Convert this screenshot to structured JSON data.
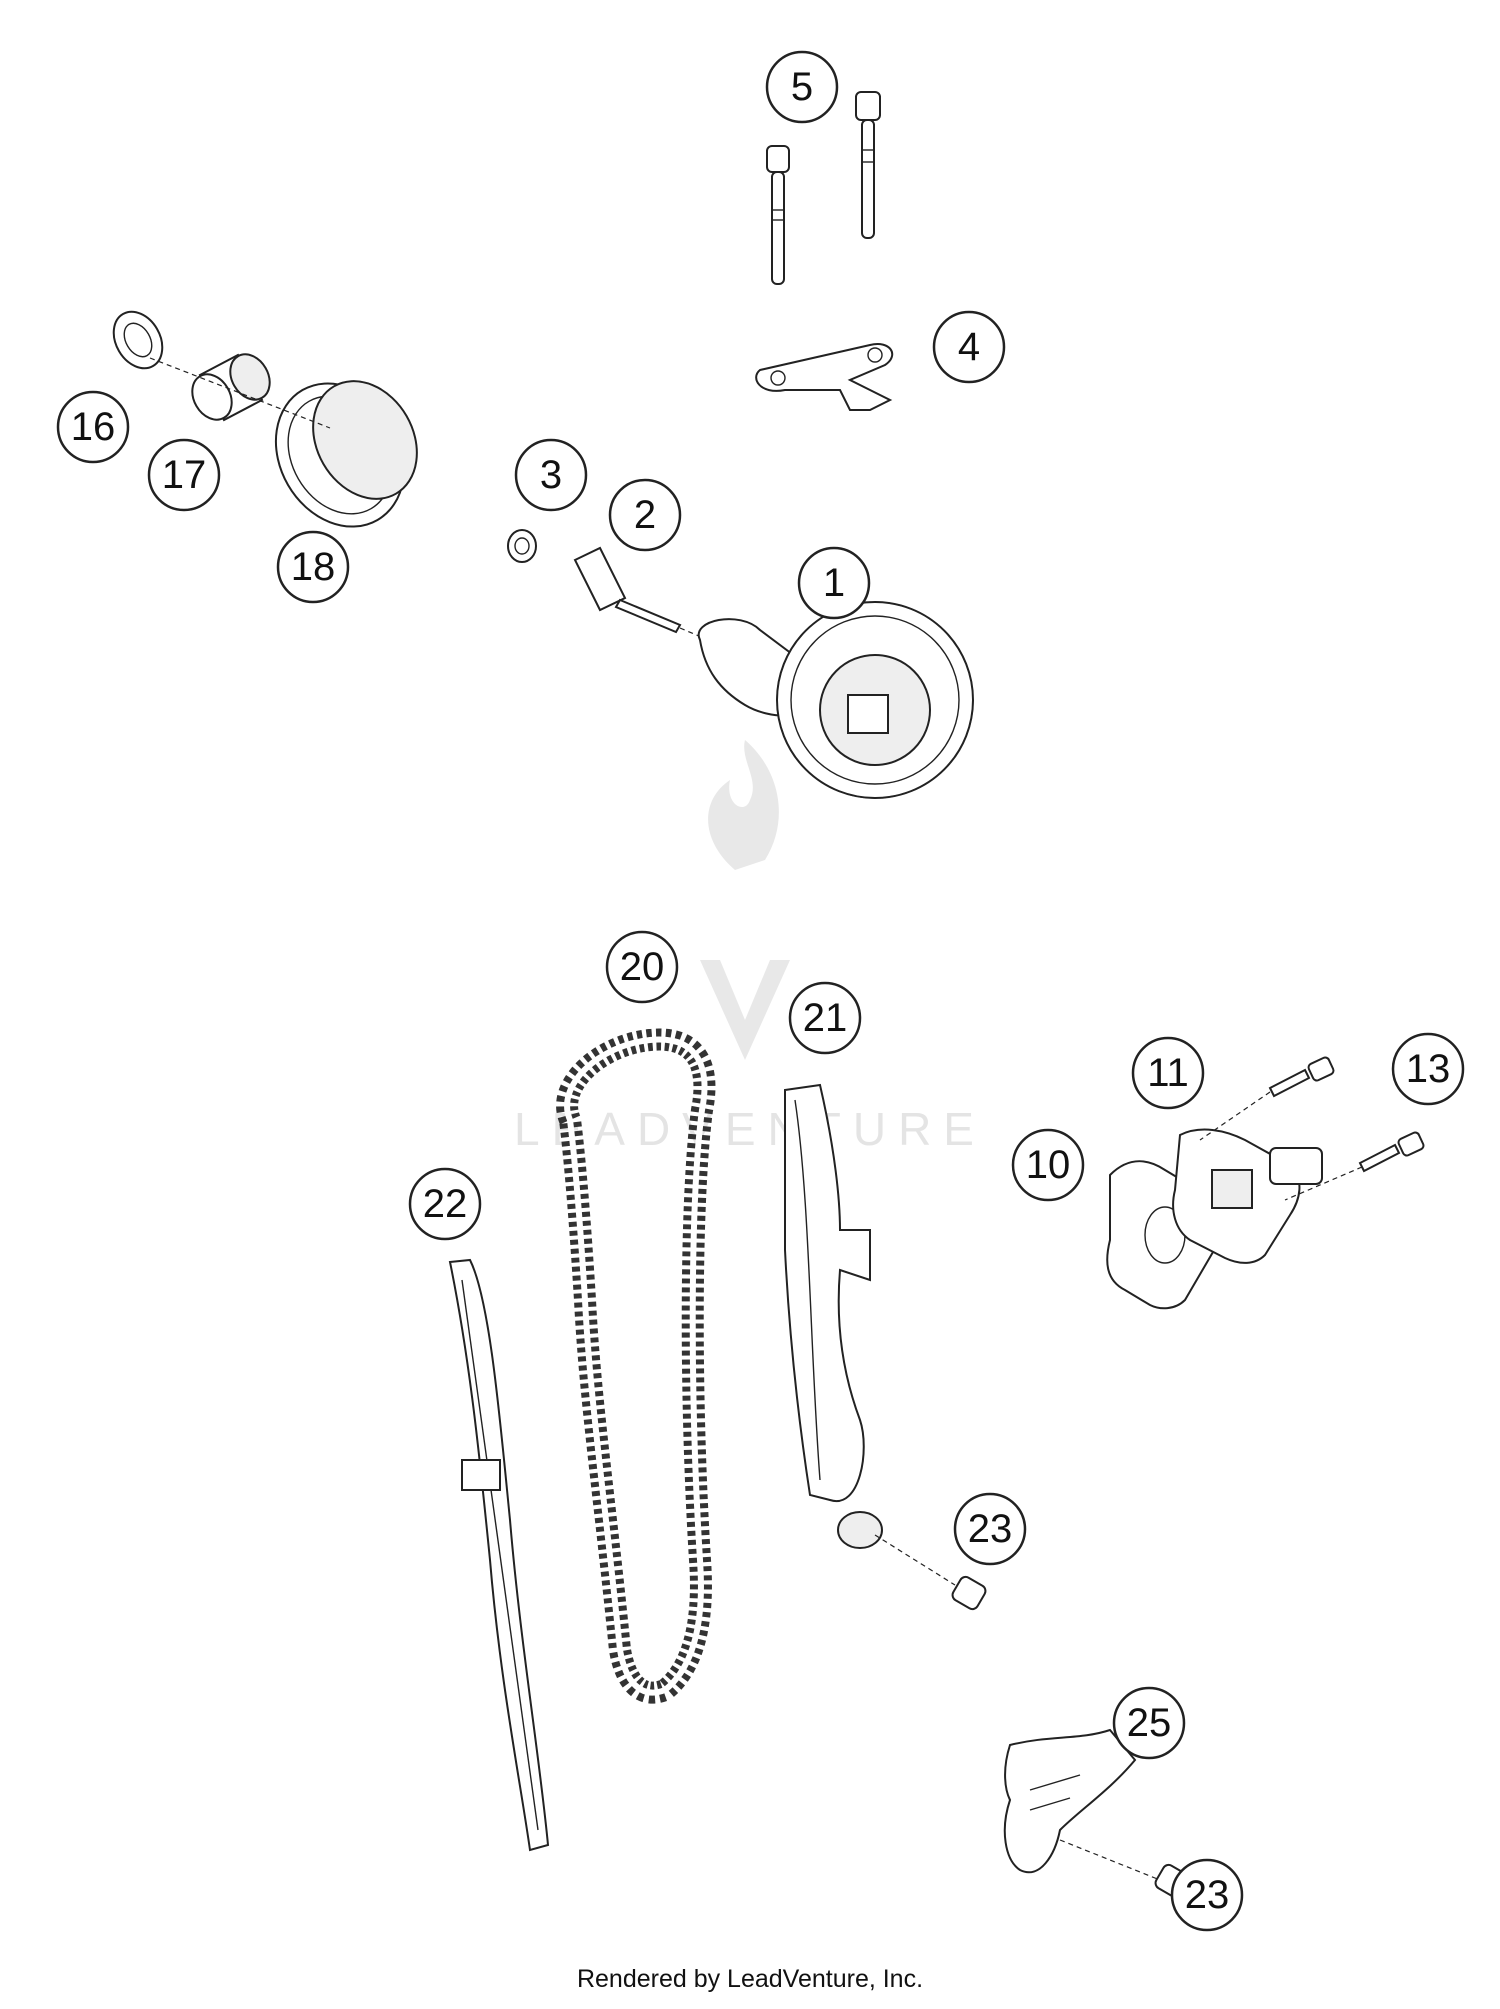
{
  "diagram": {
    "watermark": "LEADVENTURE",
    "callouts": [
      {
        "id": "5",
        "label": "5"
      },
      {
        "id": "4",
        "label": "4"
      },
      {
        "id": "16",
        "label": "16"
      },
      {
        "id": "17",
        "label": "17"
      },
      {
        "id": "18",
        "label": "18"
      },
      {
        "id": "3",
        "label": "3"
      },
      {
        "id": "2",
        "label": "2"
      },
      {
        "id": "1",
        "label": "1"
      },
      {
        "id": "20",
        "label": "20"
      },
      {
        "id": "21",
        "label": "21"
      },
      {
        "id": "11",
        "label": "11"
      },
      {
        "id": "13",
        "label": "13"
      },
      {
        "id": "10",
        "label": "10"
      },
      {
        "id": "22",
        "label": "22"
      },
      {
        "id": "23a",
        "label": "23"
      },
      {
        "id": "25",
        "label": "25"
      },
      {
        "id": "23b",
        "label": "23"
      }
    ]
  },
  "footer": {
    "credit": "Rendered by LeadVenture, Inc."
  }
}
